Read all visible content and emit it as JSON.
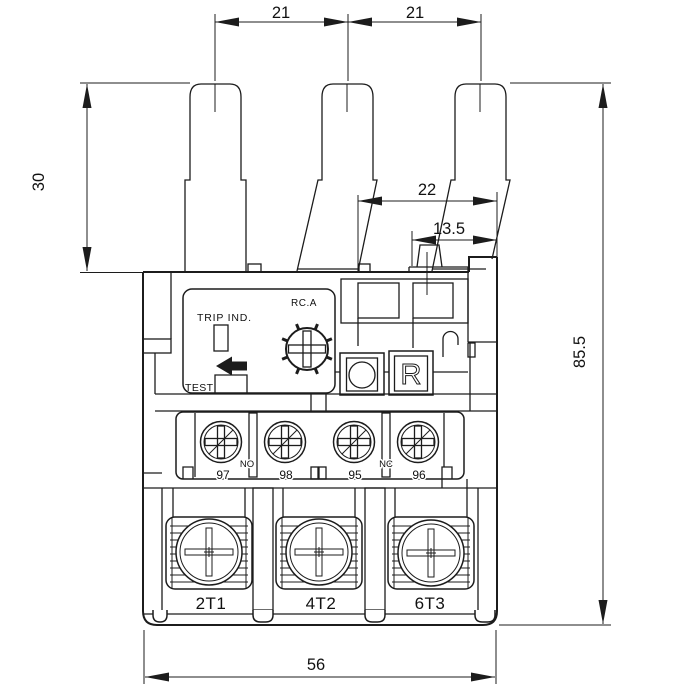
{
  "drawing": {
    "title": "Thermal overload relay - front view dimensional drawing",
    "dims": {
      "top_pitch_left": "21",
      "top_pitch_right": "21",
      "terminal_height": "30",
      "block_width": "22",
      "tab_width": "13.5",
      "overall_height": "85.5",
      "overall_width": "56"
    },
    "panel": {
      "trip_label": "TRIP IND.",
      "rca_label": "RC.A",
      "test_label": "TEST"
    },
    "buttons": {
      "reset_label": "R"
    },
    "aux_terminals": {
      "t97": "97",
      "t98": "98",
      "t95": "95",
      "t96": "96",
      "no_label": "NO",
      "nc_label": "NC"
    },
    "main_terminals": {
      "t1": "2T1",
      "t2": "4T2",
      "t3": "6T3"
    },
    "colors": {
      "line": "#1c1c1c",
      "text": "#111111",
      "background": "#ffffff"
    }
  }
}
